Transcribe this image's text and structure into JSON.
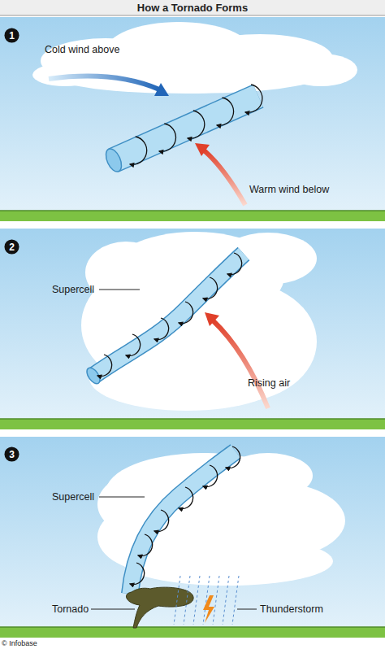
{
  "diagram": {
    "title": "How a Tornado Forms",
    "nodes": [
      {
        "text": [
          "1"
        ]
      },
      {
        "text": [
          "2"
        ]
      },
      {
        "text": [
          "3"
        ]
      }
    ],
    "labels": [
      "Cold wind above",
      "Warm wind below",
      "Supercell",
      "Rising air",
      "Supercell",
      "Tornado",
      "Thunderstorm",
      "© Infobase"
    ]
  }
}
